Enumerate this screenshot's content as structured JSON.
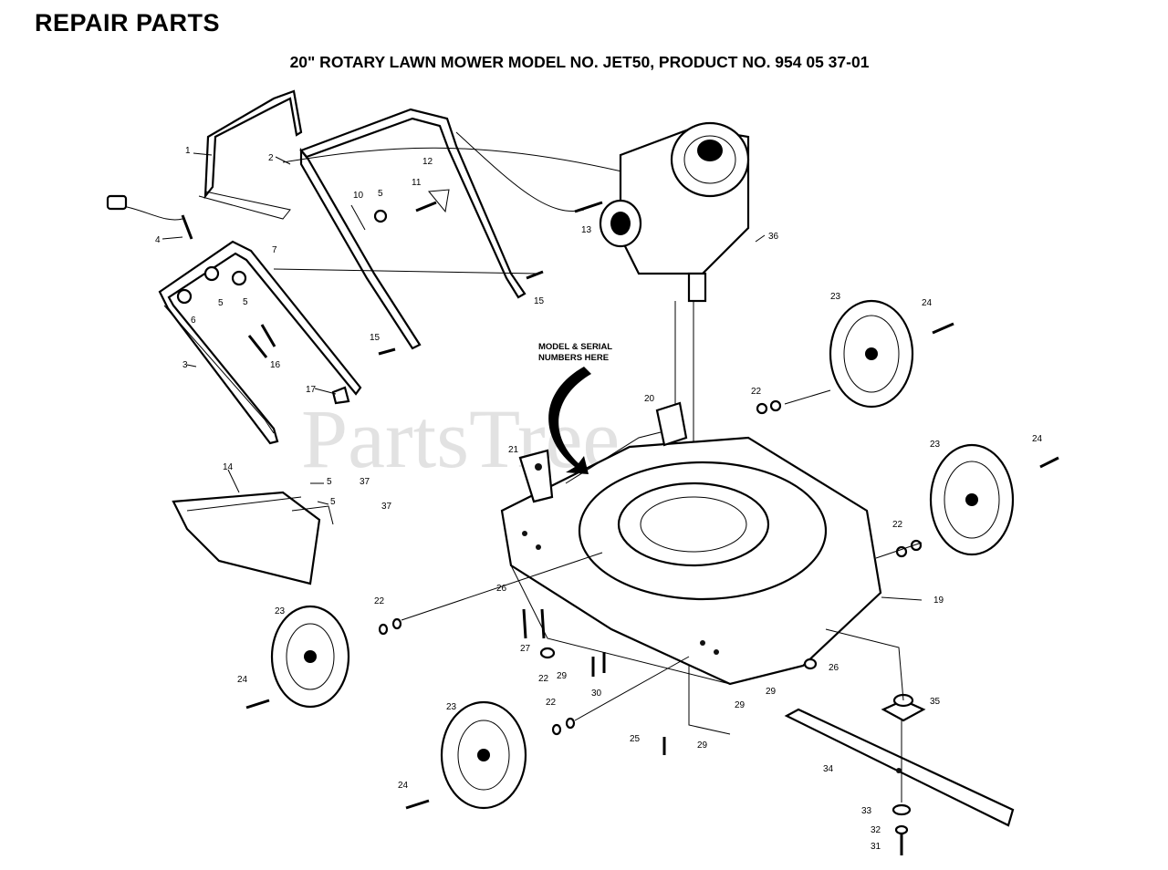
{
  "header": {
    "title": "REPAIR PARTS",
    "subtitle": "20\" ROTARY LAWN MOWER MODEL NO. JET50, PRODUCT NO. 954 05 37-01"
  },
  "watermark": "PartsTree",
  "note": {
    "line1": "MODEL & SERIAL",
    "line2": "NUMBERS HERE"
  },
  "callouts": {
    "c1": "1",
    "c2": "2",
    "c3": "3",
    "c4": "4",
    "c5a": "5",
    "c5b": "5",
    "c5c": "5",
    "c5d": "5",
    "c5e": "5",
    "c6": "6",
    "c7": "7",
    "c10": "10",
    "c11": "11",
    "c12": "12",
    "c13": "13",
    "c14": "14",
    "c15a": "15",
    "c15b": "15",
    "c16": "16",
    "c17": "17",
    "c19": "19",
    "c20": "20",
    "c21": "21",
    "c22a": "22",
    "c22b": "22",
    "c22c": "22",
    "c22d": "22",
    "c22e": "22",
    "c23a": "23",
    "c23b": "23",
    "c23c": "23",
    "c23d": "23",
    "c24a": "24",
    "c24b": "24",
    "c24c": "24",
    "c24d": "24",
    "c25": "25",
    "c26a": "26",
    "c26b": "26",
    "c27": "27",
    "c29a": "29",
    "c29b": "29",
    "c29c": "29",
    "c29d": "29",
    "c30": "30",
    "c31": "31",
    "c32": "32",
    "c33": "33",
    "c34": "34",
    "c35": "35",
    "c36": "36",
    "c37a": "37",
    "c37b": "37"
  }
}
